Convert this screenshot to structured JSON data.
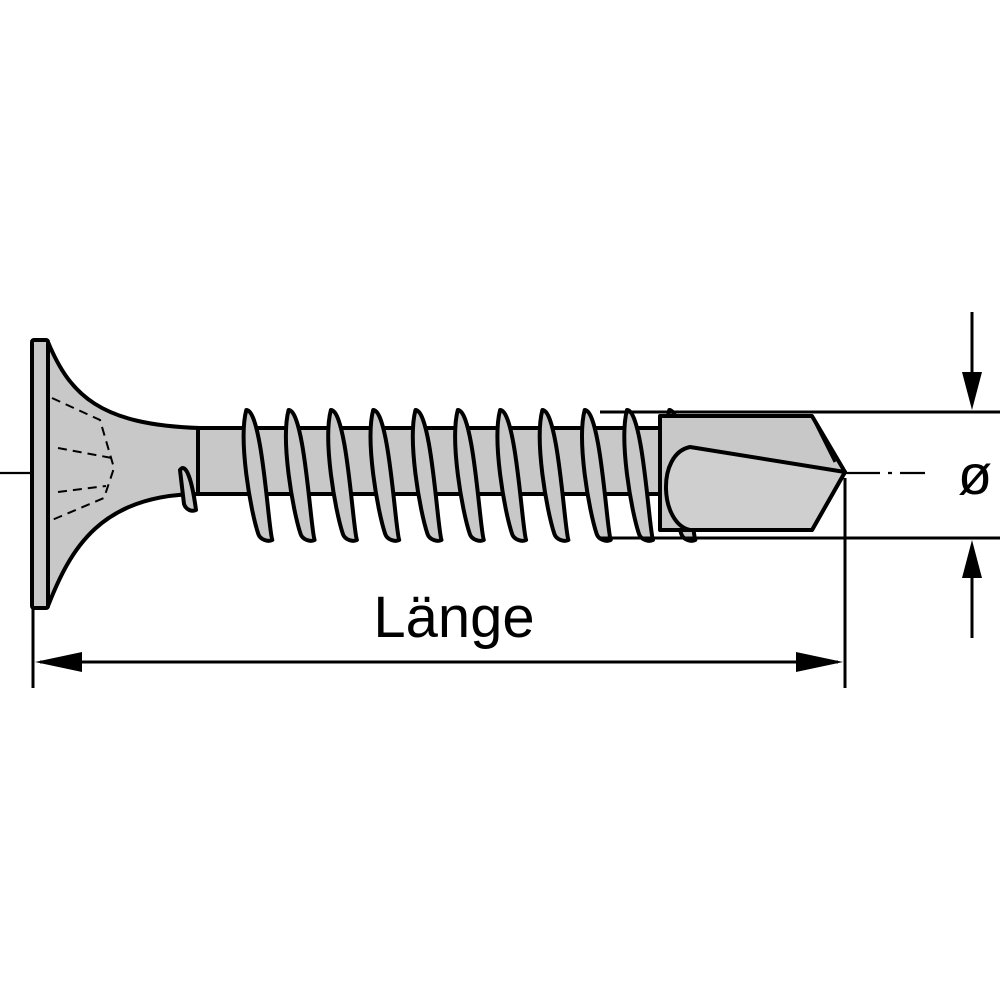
{
  "labels": {
    "length": "Länge",
    "diameter": "ø"
  },
  "colors": {
    "background": "#ffffff",
    "body_fill": "#c8c8c8",
    "outline": "#000000"
  },
  "thread_turns": 12
}
